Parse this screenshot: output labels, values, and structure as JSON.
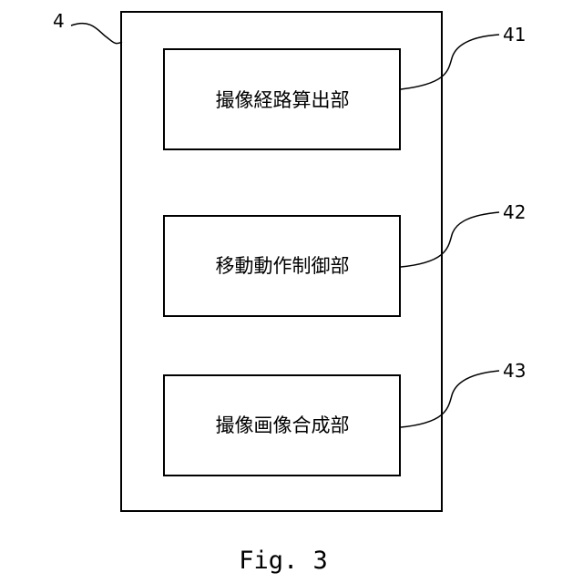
{
  "diagram": {
    "outer": {
      "ref": "4"
    },
    "blocks": [
      {
        "ref": "41",
        "label": "撮像経路算出部"
      },
      {
        "ref": "42",
        "label": "移動動作制御部"
      },
      {
        "ref": "43",
        "label": "撮像画像合成部"
      }
    ],
    "caption": "Fig. 3"
  }
}
